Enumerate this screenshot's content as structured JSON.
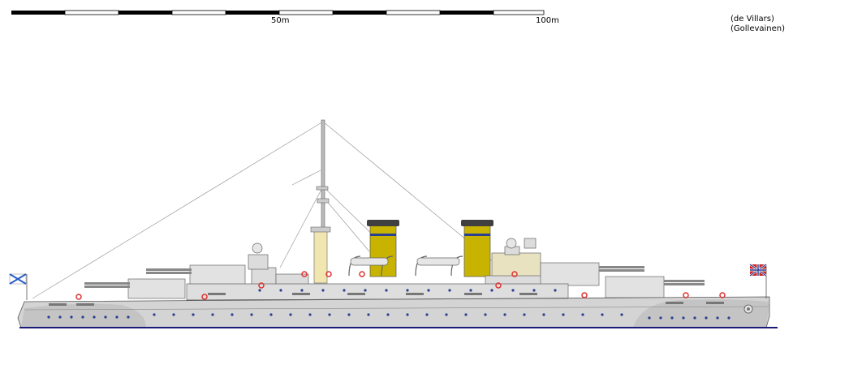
{
  "scale": {
    "label_mid": "50m",
    "label_end": "100m",
    "segment_colors": [
      "#000000",
      "#ffffff"
    ]
  },
  "credits": {
    "line1": "(de Villars)",
    "line2": "(Gollevainen)"
  },
  "colors": {
    "hull": "#d4d4d4",
    "hull_shadow": "#bdbdbd",
    "waterline": "#1a1a7a",
    "funnel": "#c8b400",
    "funnel_band": "#2a3f8f",
    "funnel_cap": "#404040",
    "mast": "#f2e6b0",
    "portholes": "#2a3f8f",
    "lifebuoy": "#e03030"
  },
  "flags": {
    "stern": "st-andrew-ensign",
    "bow": "jack-flag"
  }
}
